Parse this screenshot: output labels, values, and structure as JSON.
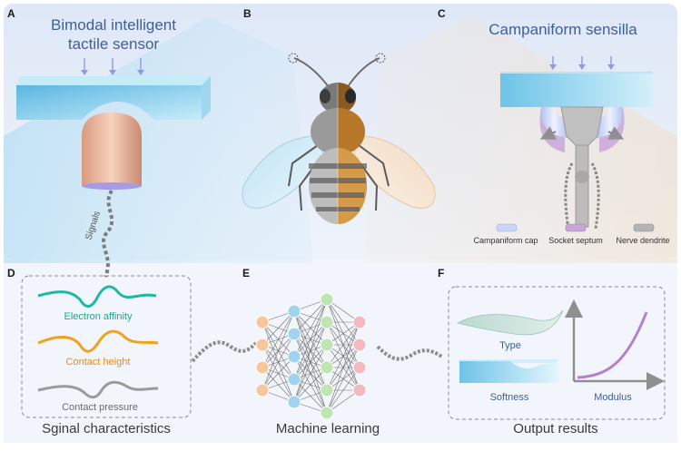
{
  "panels": {
    "a": {
      "letter": "A",
      "title_line1": "Bimodal intelligent",
      "title_line2": "tactile sensor",
      "signals_label": "Signals"
    },
    "b": {
      "letter": "B"
    },
    "c": {
      "letter": "C",
      "title": "Campaniform sensilla",
      "legend": [
        {
          "label": "Campaniform cap",
          "color": "#c9d6f6"
        },
        {
          "label": "Socket septum",
          "color": "#c8a6d8"
        },
        {
          "label": "Nerve dendrite",
          "color": "#b4b4b4"
        }
      ]
    },
    "d": {
      "letter": "D",
      "caption": "Sginal characteristics",
      "signals": [
        {
          "label": "Electron affinity",
          "color": "#1aa890"
        },
        {
          "label": "Contact height",
          "color": "#e38b1a"
        },
        {
          "label": "Contact pressure",
          "color": "#6a6a6a"
        }
      ]
    },
    "e": {
      "letter": "E",
      "caption": "Machine learning"
    },
    "f": {
      "letter": "F",
      "caption": "Output results",
      "type_label": "Type",
      "softness_label": "Softness",
      "modulus_label": "Modulus"
    }
  },
  "colors": {
    "title_blue": "#3f5f9a",
    "background_blue": "#eaf1fb",
    "node_orange": "#f6c79a",
    "node_blue": "#9fd3ef",
    "node_green": "#bfe5b0",
    "node_pink": "#f4b8c0"
  }
}
